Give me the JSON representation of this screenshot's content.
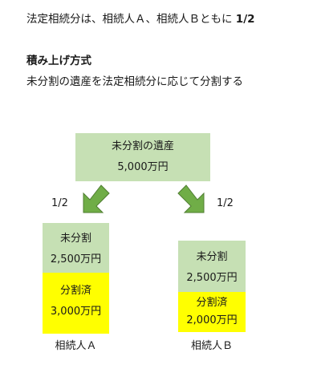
{
  "heading": {
    "text": "法定相続分は、相続人Ａ、相続人Ｂともに",
    "ratio": "1/2"
  },
  "section": {
    "title": "積み上げ方式",
    "description": "未分割の遺産を法定相続分に応じて分割する"
  },
  "estate": {
    "label": "未分割の遺産",
    "amount": "5,000万円"
  },
  "ratios": {
    "left": "1/2",
    "right": "1/2"
  },
  "heir_a": {
    "undivided_label": "未分割",
    "undivided_amount": "2,500万円",
    "divided_label": "分割済",
    "divided_amount": "3,000万円",
    "name": "相続人Ａ"
  },
  "heir_b": {
    "undivided_label": "未分割",
    "undivided_amount": "2,500万円",
    "divided_label": "分割済",
    "divided_amount": "2,000万円",
    "name": "相続人Ｂ"
  },
  "colors": {
    "undivided": "#c6e0b4",
    "divided": "#ffff00",
    "arrow_fill": "#70ad47",
    "arrow_stroke": "#507e32"
  }
}
